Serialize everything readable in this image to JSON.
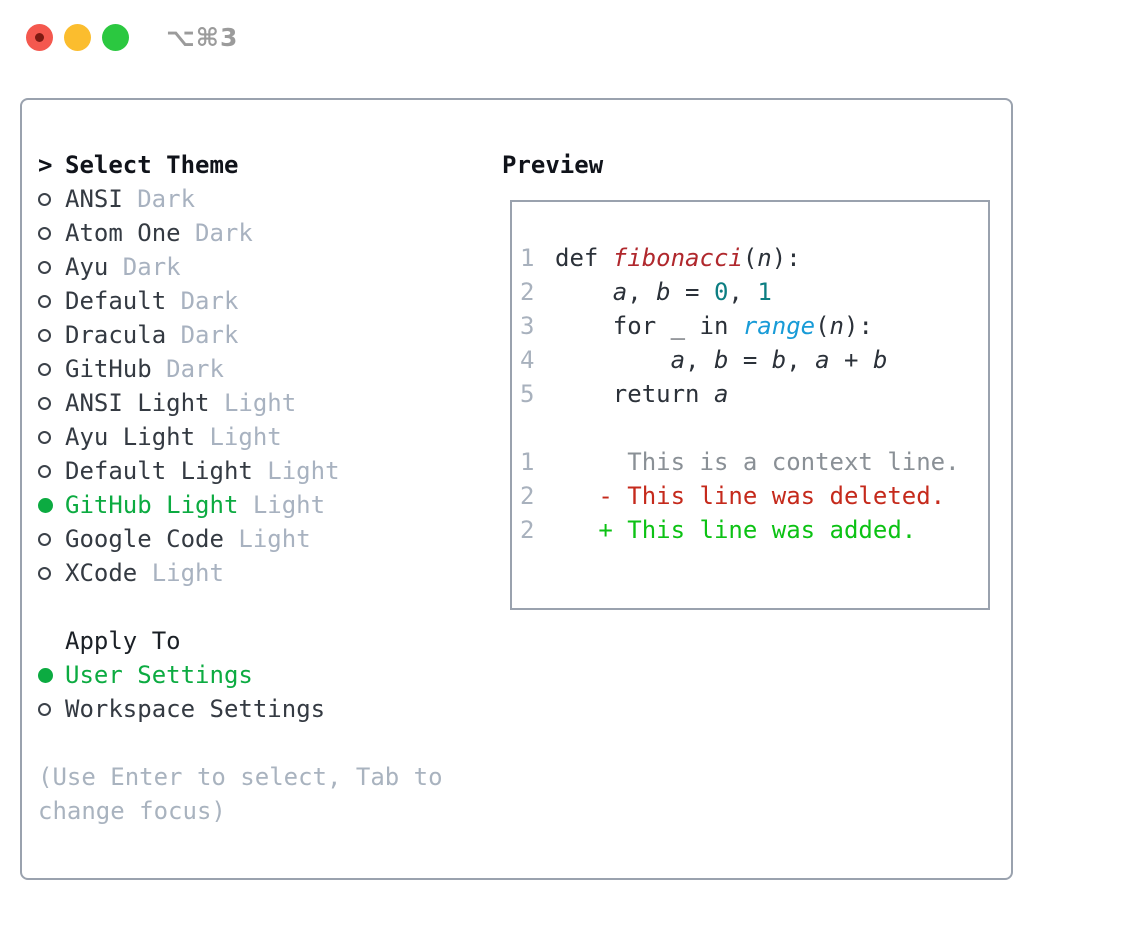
{
  "colors": {
    "green-sel": "#0cab41",
    "red-func": "#b0282d",
    "blue-builtin": "#189bd7",
    "teal-num": "#0c7e82",
    "red-del": "#c52a1c",
    "green-add": "#0cc214",
    "border-gray": "#9aa2ae"
  },
  "window": {
    "title": "⌥⌘3"
  },
  "sidebar": {
    "cursor": ">",
    "title": "Select Theme",
    "themes": [
      {
        "name": "ANSI",
        "variant": "Dark",
        "selected": false
      },
      {
        "name": "Atom One",
        "variant": "Dark",
        "selected": false
      },
      {
        "name": "Ayu",
        "variant": "Dark",
        "selected": false
      },
      {
        "name": "Default",
        "variant": "Dark",
        "selected": false
      },
      {
        "name": "Dracula",
        "variant": "Dark",
        "selected": false
      },
      {
        "name": "GitHub",
        "variant": "Dark",
        "selected": false
      },
      {
        "name": "ANSI Light",
        "variant": "Light",
        "selected": false
      },
      {
        "name": "Ayu Light",
        "variant": "Light",
        "selected": false
      },
      {
        "name": "Default Light",
        "variant": "Light",
        "selected": false
      },
      {
        "name": "GitHub Light",
        "variant": "Light",
        "selected": true
      },
      {
        "name": "Google Code",
        "variant": "Light",
        "selected": false
      },
      {
        "name": "XCode",
        "variant": "Light",
        "selected": false
      }
    ],
    "apply_to": {
      "title": "Apply To",
      "options": [
        {
          "name": "User Settings",
          "selected": true
        },
        {
          "name": "Workspace Settings",
          "selected": false
        }
      ]
    },
    "hint_lines": [
      "(Use Enter to select, Tab to",
      "change focus)"
    ]
  },
  "preview": {
    "title": "Preview",
    "code_lines": [
      {
        "num": "1",
        "tokens": [
          {
            "text": "def ",
            "style": "plain"
          },
          {
            "text": "fibonacci",
            "style": "func"
          },
          {
            "text": "(",
            "style": "plain"
          },
          {
            "text": "n",
            "style": "var"
          },
          {
            "text": "):",
            "style": "plain"
          }
        ]
      },
      {
        "num": "2",
        "tokens": [
          {
            "text": "    ",
            "style": "plain"
          },
          {
            "text": "a",
            "style": "var"
          },
          {
            "text": ", ",
            "style": "plain"
          },
          {
            "text": "b",
            "style": "var"
          },
          {
            "text": " = ",
            "style": "plain"
          },
          {
            "text": "0",
            "style": "number"
          },
          {
            "text": ", ",
            "style": "plain"
          },
          {
            "text": "1",
            "style": "number"
          }
        ]
      },
      {
        "num": "3",
        "tokens": [
          {
            "text": "    for _ in ",
            "style": "plain"
          },
          {
            "text": "range",
            "style": "builtin"
          },
          {
            "text": "(",
            "style": "plain"
          },
          {
            "text": "n",
            "style": "var"
          },
          {
            "text": "):",
            "style": "plain"
          }
        ]
      },
      {
        "num": "4",
        "tokens": [
          {
            "text": "        ",
            "style": "plain"
          },
          {
            "text": "a",
            "style": "var"
          },
          {
            "text": ", ",
            "style": "plain"
          },
          {
            "text": "b",
            "style": "var"
          },
          {
            "text": " = ",
            "style": "plain"
          },
          {
            "text": "b",
            "style": "var"
          },
          {
            "text": ", ",
            "style": "plain"
          },
          {
            "text": "a",
            "style": "var"
          },
          {
            "text": " + ",
            "style": "plain"
          },
          {
            "text": "b",
            "style": "var"
          }
        ]
      },
      {
        "num": "5",
        "tokens": [
          {
            "text": "    return ",
            "style": "plain"
          },
          {
            "text": "a",
            "style": "var"
          }
        ]
      }
    ],
    "diff_lines": [
      {
        "num": "1",
        "text": "     This is a context line.",
        "style": "context"
      },
      {
        "num": "2",
        "text": "   - This line was deleted.",
        "style": "deleted"
      },
      {
        "num": "2",
        "text": "   + This line was added.",
        "style": "added"
      }
    ]
  }
}
